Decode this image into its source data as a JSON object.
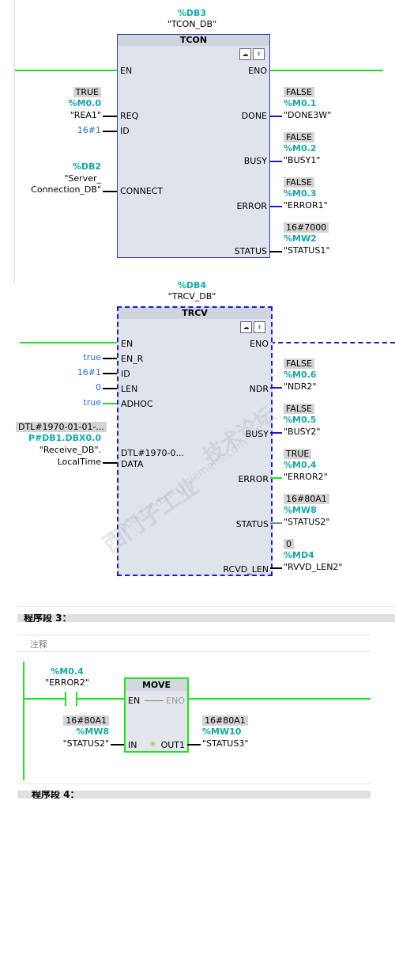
{
  "tcon": {
    "db_addr": "%DB3",
    "db_name": "\"TCON_DB\"",
    "title": "TCON",
    "pins_in": [
      "EN",
      "REQ",
      "ID",
      "CONNECT"
    ],
    "pins_out": [
      "ENO",
      "DONE",
      "BUSY",
      "ERROR",
      "STATUS"
    ],
    "req": {
      "value": "TRUE",
      "addr": "%M0.0",
      "name": "\"REA1\""
    },
    "id": "16#1",
    "connect": {
      "addr": "%DB2",
      "name1": "\"Server_",
      "name2": "Connection_DB\""
    },
    "done": {
      "value": "FALSE",
      "addr": "%M0.1",
      "name": "\"DONE3W\""
    },
    "busy": {
      "value": "FALSE",
      "addr": "%M0.2",
      "name": "\"BUSY1\""
    },
    "error": {
      "value": "FALSE",
      "addr": "%M0.3",
      "name": "\"ERROR1\""
    },
    "status": {
      "value": "16#7000",
      "addr": "%MW2",
      "name": "\"STATUS1\""
    }
  },
  "trcv": {
    "db_addr": "%DB4",
    "db_name": "\"TRCV_DB\"",
    "title": "TRCV",
    "pins_in": [
      "EN",
      "EN_R",
      "ID",
      "LEN",
      "ADHOC",
      "DATA"
    ],
    "pins_out": [
      "ENO",
      "NDR",
      "BUSY",
      "ERROR",
      "STATUS",
      "RCVD_LEN"
    ],
    "en_r": "true",
    "id": "16#1",
    "len": "0",
    "adhoc": "true",
    "data_inner": "DTL#1970-0...",
    "data": {
      "value": "DTL#1970-01-01-...",
      "addr": "P#DB1.DBX0.0",
      "name1": "\"Receive_DB\".",
      "name2": "LocalTime"
    },
    "ndr": {
      "value": "FALSE",
      "addr": "%M0.6",
      "name": "\"NDR2\""
    },
    "busy": {
      "value": "FALSE",
      "addr": "%M0.5",
      "name": "\"BUSY2\""
    },
    "error": {
      "value": "TRUE",
      "addr": "%M0.4",
      "name": "\"ERROR2\""
    },
    "status": {
      "value": "16#80A1",
      "addr": "%MW8",
      "name": "\"STATUS2\""
    },
    "rcvd_len": {
      "value": "0",
      "addr": "%MD4",
      "name": "\"RVVD_LEN2\""
    }
  },
  "segment3": {
    "title": "程序段 3：",
    "comment": "注释",
    "contact": {
      "addr": "%M0.4",
      "name": "\"ERROR2\""
    },
    "move": {
      "title": "MOVE",
      "en": "EN",
      "eno": "ENO",
      "in": "IN",
      "out": "OUT1",
      "in_val": {
        "value": "16#80A1",
        "addr": "%MW8",
        "name": "\"STATUS2\""
      },
      "out_val": {
        "value": "16#80A1",
        "addr": "%MW10",
        "name": "\"STATUS3\""
      }
    }
  },
  "segment4": {
    "title": "程序段 4："
  },
  "watermark": {
    "line1": "西门子工业",
    "line2": "技术论坛",
    "line3": "support.industry.siemens.com"
  },
  "colors": {
    "power_rail": "#23e023",
    "teal_addr": "#13a7a7",
    "block_border": "#2a3fa8"
  }
}
